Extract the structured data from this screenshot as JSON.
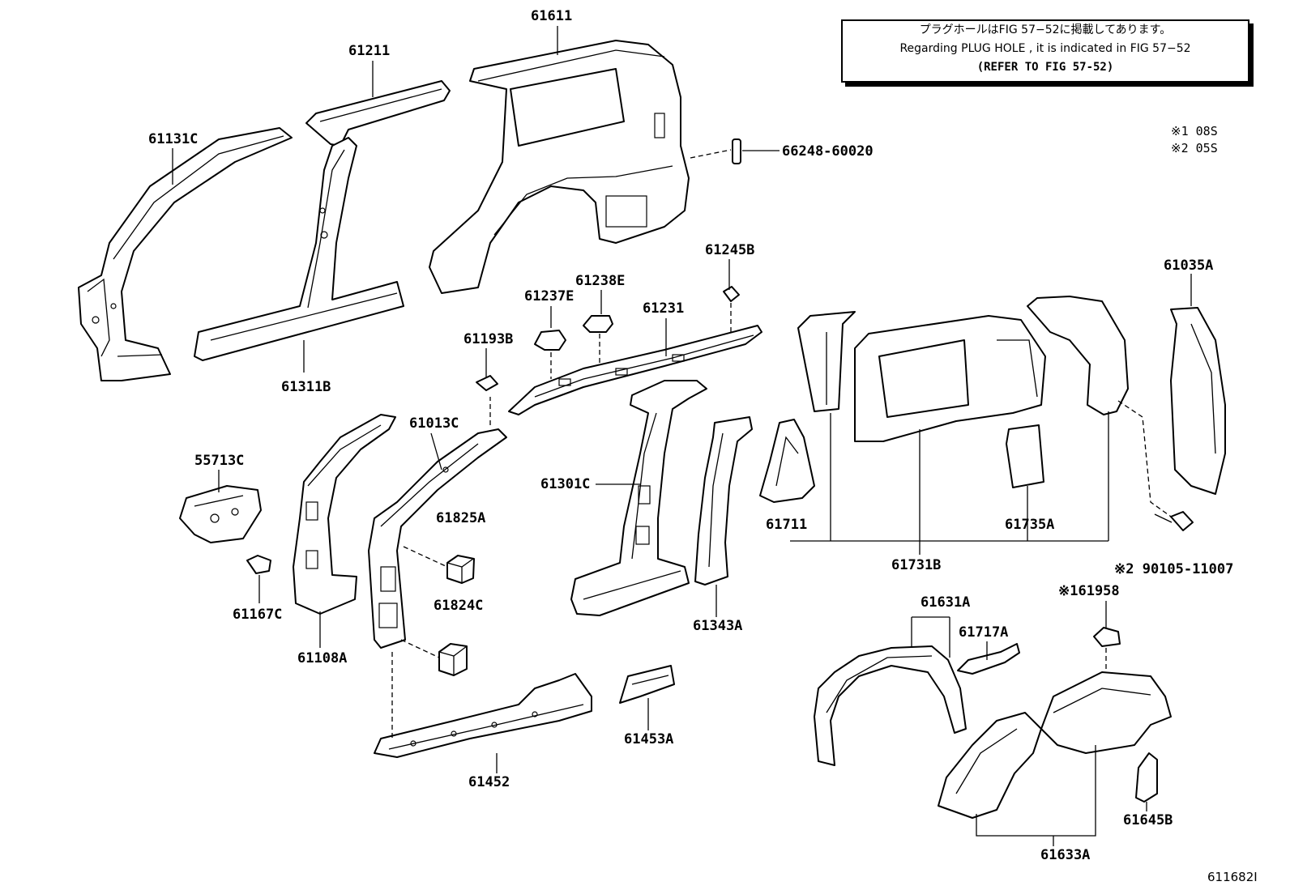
{
  "note": {
    "line1": "プラグホールはFIG 57−52に掲載してあります。",
    "line2": "Regarding  PLUG  HOLE , it is indicated in FIG  57−52",
    "line3": "(REFER TO FIG 57-52)"
  },
  "legend": [
    "※1 08S",
    "※2 05S"
  ],
  "figure_number": "611682I",
  "parts": {
    "p61611": "61611",
    "p61211": "61211",
    "p61131C": "61131C",
    "p66248": "66248-60020",
    "p61311B": "61311B",
    "p61245B": "61245B",
    "p61238E": "61238E",
    "p61237E": "61237E",
    "p61231": "61231",
    "p61193B": "61193B",
    "p61035A": "61035A",
    "p61013C": "61013C",
    "p55713C": "55713C",
    "p61301C": "61301C",
    "p61825A": "61825A",
    "p61711": "61711",
    "p61735A": "61735A",
    "p61731B": "61731B",
    "p61167C": "61167C",
    "p61824C": "61824C",
    "p61343A": "61343A",
    "p61108A": "61108A",
    "p90105": "※2 90105-11007",
    "p61958": "※161958",
    "p61631A": "61631A",
    "p61717A": "61717A",
    "p61453A": "61453A",
    "p61452": "61452",
    "p61645B": "61645B",
    "p61633A": "61633A"
  }
}
